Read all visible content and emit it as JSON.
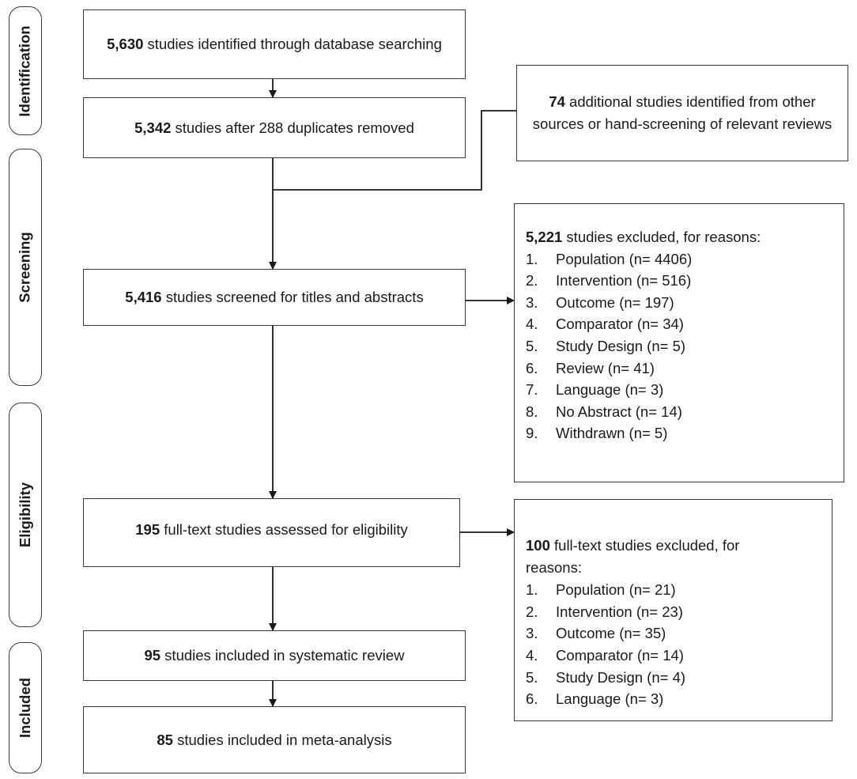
{
  "stages": [
    {
      "key": "identification",
      "label": "Identification"
    },
    {
      "key": "screening",
      "label": "Screening"
    },
    {
      "key": "eligibility",
      "label": "Eligibility"
    },
    {
      "key": "included",
      "label": "Included"
    }
  ],
  "boxes": {
    "identified": {
      "count": "5,630",
      "text": " studies identified through database searching"
    },
    "additional": {
      "count": "74",
      "text": " additional studies identified from other sources or hand-screening of relevant reviews"
    },
    "after_duplicates": {
      "count": "5,342",
      "text": " studies after 288 duplicates removed"
    },
    "screened": {
      "count": "5,416",
      "text": " studies screened for titles and abstracts"
    },
    "fulltext": {
      "count": "195",
      "text": " full-text studies assessed for eligibility"
    },
    "systematic": {
      "count": "95",
      "text": " studies included in systematic review"
    },
    "meta": {
      "count": "85",
      "text": " studies included in meta-analysis"
    }
  },
  "excluded_screening": {
    "count": "5,221",
    "heading": " studies excluded, for reasons:",
    "items": [
      {
        "num": "1.",
        "text": "Population (n= 4406)"
      },
      {
        "num": "2.",
        "text": "Intervention (n= 516)"
      },
      {
        "num": "3.",
        "text": "Outcome (n= 197)"
      },
      {
        "num": "4.",
        "text": "Comparator (n= 34)"
      },
      {
        "num": "5.",
        "text": "Study Design (n= 5)"
      },
      {
        "num": "6.",
        "text": "Review (n= 41)"
      },
      {
        "num": "7.",
        "text": "Language (n= 3)"
      },
      {
        "num": "8.",
        "text": "No Abstract (n= 14)"
      },
      {
        "num": "9.",
        "text": "Withdrawn (n= 5)"
      }
    ]
  },
  "excluded_fulltext": {
    "count": "100",
    "heading": " full-text studies excluded, for reasons:",
    "items": [
      {
        "num": "1.",
        "text": "Population (n= 21)"
      },
      {
        "num": "2.",
        "text": "Intervention (n= 23)"
      },
      {
        "num": "3.",
        "text": "Outcome (n= 35)"
      },
      {
        "num": "4.",
        "text": "Comparator (n= 14)"
      },
      {
        "num": "5.",
        "text": "Study Design (n= 4)"
      },
      {
        "num": "6.",
        "text": "Language (n= 3)"
      }
    ]
  }
}
